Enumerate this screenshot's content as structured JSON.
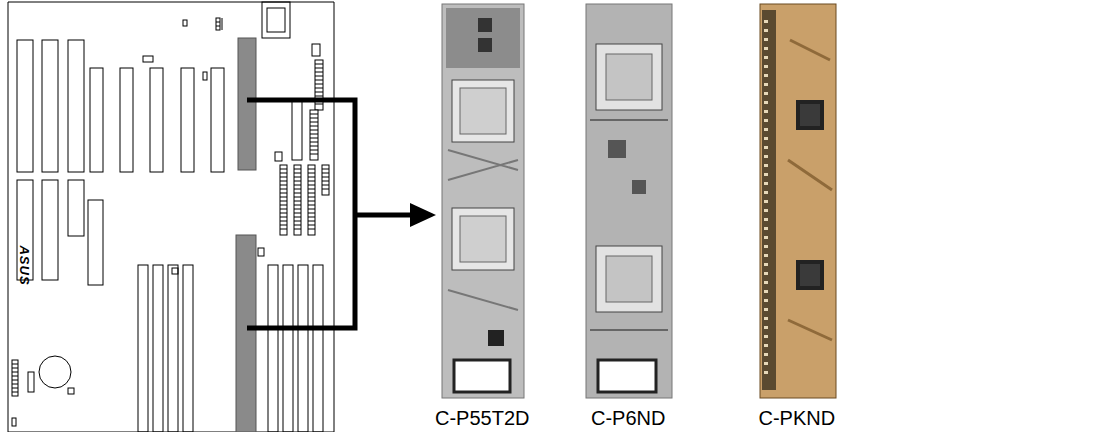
{
  "diagram": {
    "labels": [
      "ASUS",
      "C-P55T2D",
      "C-P6ND",
      "C-PKND"
    ]
  }
}
